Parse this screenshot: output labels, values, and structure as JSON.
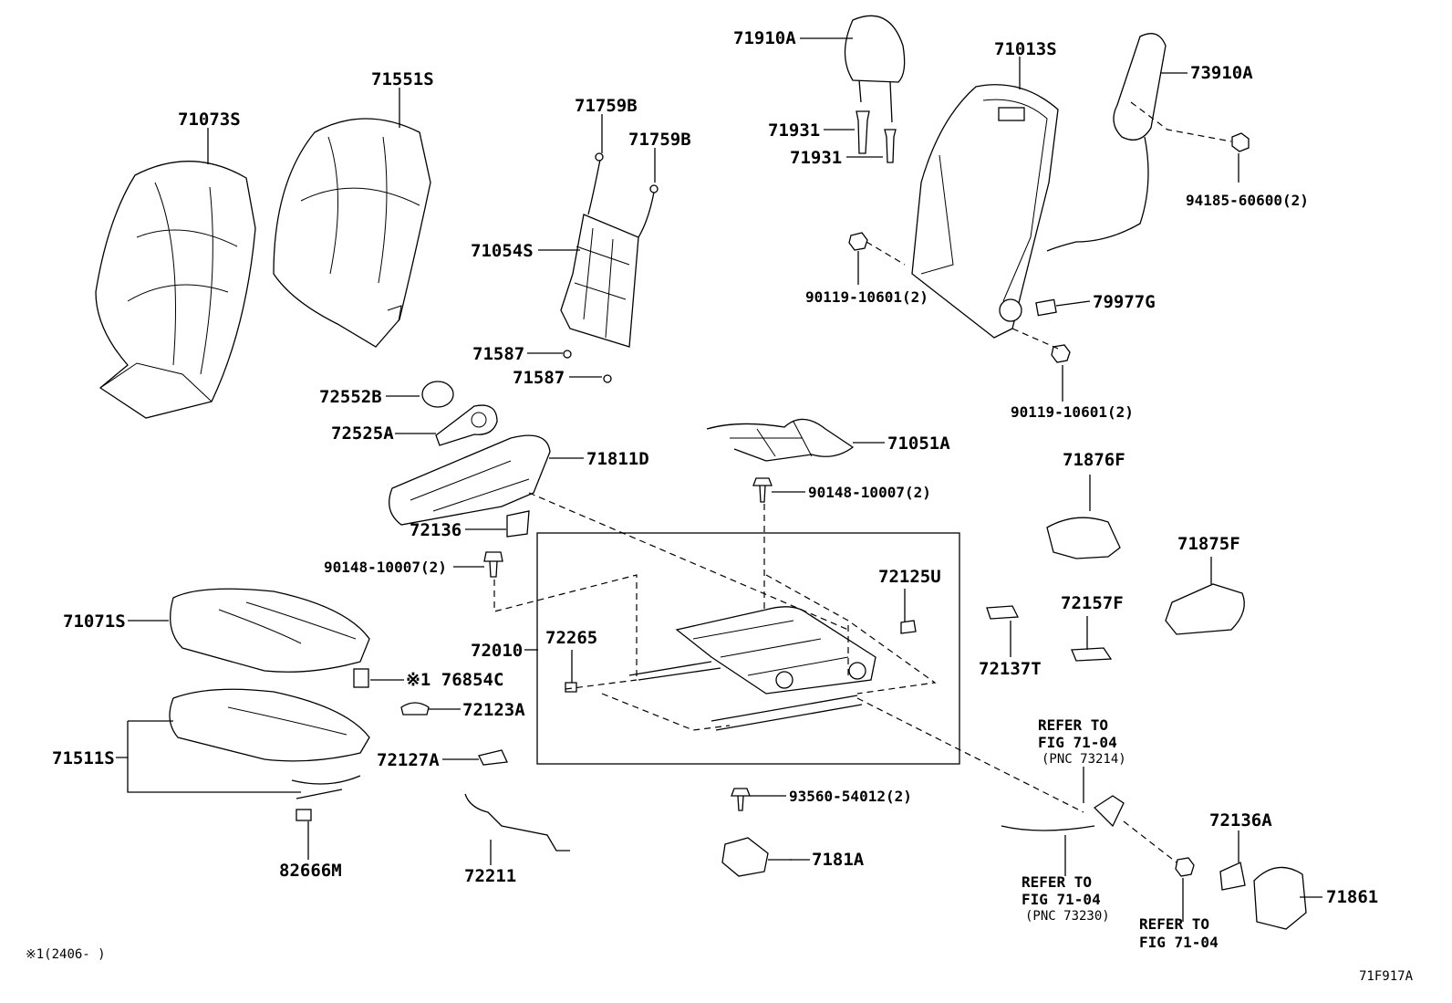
{
  "labels": {
    "p71910A": "71910A",
    "p71013S": "71013S",
    "p73910A": "73910A",
    "p71073S": "71073S",
    "p71551S": "71551S",
    "p71759B_1": "71759B",
    "p71759B_2": "71759B",
    "p71931_1": "71931",
    "p71931_2": "71931",
    "p94185": "94185-60600(2)",
    "p71054S": "71054S",
    "p90119_1": "90119-10601(2)",
    "p79977G": "79977G",
    "p71587_1": "71587",
    "p71587_2": "71587",
    "p72552B": "72552B",
    "p90119_2": "90119-10601(2)",
    "p72525A": "72525A",
    "p71051A": "71051A",
    "p71811D": "71811D",
    "p71876F": "71876F",
    "p90148_1": "90148-10007(2)",
    "p72136": "72136",
    "p71875F": "71875F",
    "p90148_2": "90148-10007(2)",
    "p72125U": "72125U",
    "p71071S": "71071S",
    "p72157F": "72157F",
    "p72010": "72010",
    "p72265": "72265",
    "p72137T": "72137T",
    "p76854C": "※1 76854C",
    "p72123A": "72123A",
    "p71511S": "71511S",
    "p72127A": "72127A",
    "p93560": "93560-54012(2)",
    "p72136A": "72136A",
    "p71181A": "7181A",
    "p71861": "71861",
    "p82666M": "82666M",
    "p72211": "72211"
  },
  "refs": {
    "r1_l1": "REFER TO",
    "r1_l2": "FIG 71-04",
    "r1_l3": "(PNC 73214)",
    "r2_l1": "REFER TO",
    "r2_l2": "FIG 71-04",
    "r2_l3": "(PNC 73230)",
    "r3_l1": "REFER TO",
    "r3_l2": "FIG 71-04"
  },
  "footnote": "※1(2406-      )",
  "figure_code": "71F917A"
}
